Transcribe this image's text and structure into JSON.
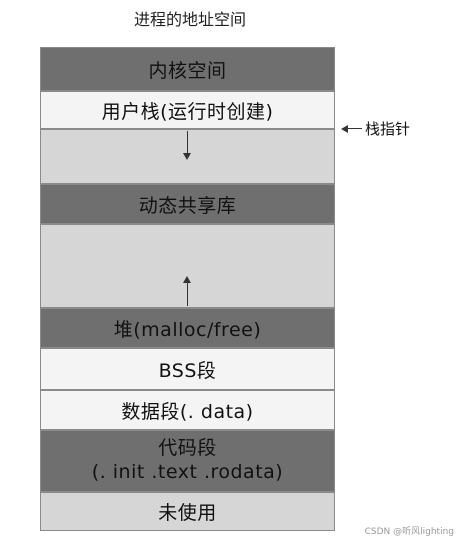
{
  "title": "进程的地址空间",
  "segments": {
    "kernel": "内核空间",
    "user_stack": "用户栈(运行时创建)",
    "shared_lib": "动态共享库",
    "heap": "堆(malloc/free)",
    "bss": "BSS段",
    "data": "数据段(. data)",
    "code_line1": "代码段",
    "code_line2": "(. init  .text  .rodata)",
    "unused": "未使用"
  },
  "stack_pointer_label": "栈指针",
  "watermark": "CSDN @听风lighting",
  "colors": {
    "dark_segment": "#6f6f6f",
    "light_segment": "#d6d6d6",
    "white_segment": "#f4f4f4"
  }
}
